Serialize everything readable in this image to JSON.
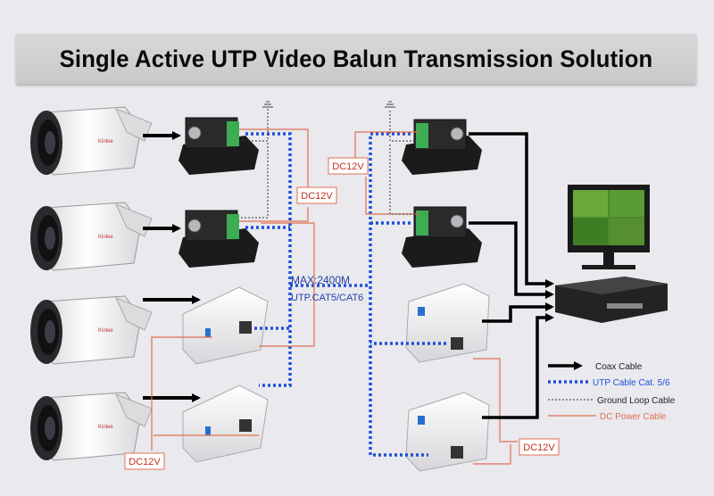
{
  "title": "Single Active UTP Video Balun Transmission Solution",
  "labels": {
    "dc_left_upper": "DC12V",
    "dc_right_upper": "DC12V",
    "dc_left_lower": "DC12V",
    "dc_right_lower": "DC12V",
    "max_distance": "MAX:2400M",
    "cable_type": "UTP.CAT5/CAT6"
  },
  "camera_brand": "Kinlee",
  "legend": [
    {
      "label": "Coax Cable",
      "style": "arrow",
      "color": "#000000"
    },
    {
      "label": "UTP Cable Cat. 5/6",
      "style": "dotted",
      "color": "#1f4fd8"
    },
    {
      "label": "Ground Loop Cable",
      "style": "dashed",
      "color": "#333333"
    },
    {
      "label": "DC Power Cable",
      "style": "solid",
      "color": "#e07050"
    }
  ],
  "colors": {
    "utp": "#1f4fd8",
    "power": "#e07050",
    "coax": "#000000",
    "ground": "#333333",
    "background": "#e9e9ee",
    "title_bar": "#d0d0d0",
    "monitor_screen": "#4a8a2a"
  }
}
